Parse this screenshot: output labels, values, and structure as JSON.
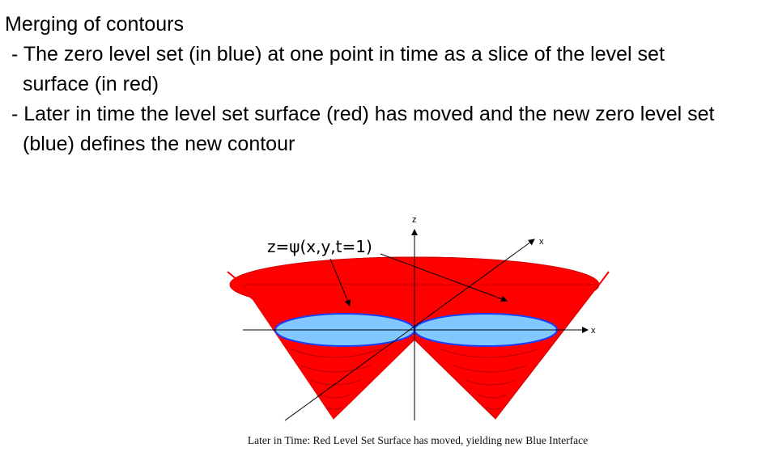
{
  "slide": {
    "heading": "Merging of contours",
    "bullet1_line1": " - The zero level set (in blue) at one point in time as a slice of the level set",
    "bullet1_line2": "surface (in red)",
    "bullet2_line1": " - Later in time the level set surface (red) has moved and the new zero level set",
    "bullet2_line2": "(blue) defines the new contour"
  },
  "figure": {
    "formula_label": "z=ψ(x,y,t=1)",
    "axis_z": "z",
    "axis_x_diag": "x",
    "axis_x": "x",
    "caption": "Later in Time: Red Level Set Surface has moved, yielding new Blue Interface",
    "colors": {
      "surface": "#ff0000",
      "surface_rings": "#b00000",
      "zero_level_set": "#80c8ff",
      "zero_level_set_edge": "#1a3cff",
      "axes": "#000000"
    }
  }
}
